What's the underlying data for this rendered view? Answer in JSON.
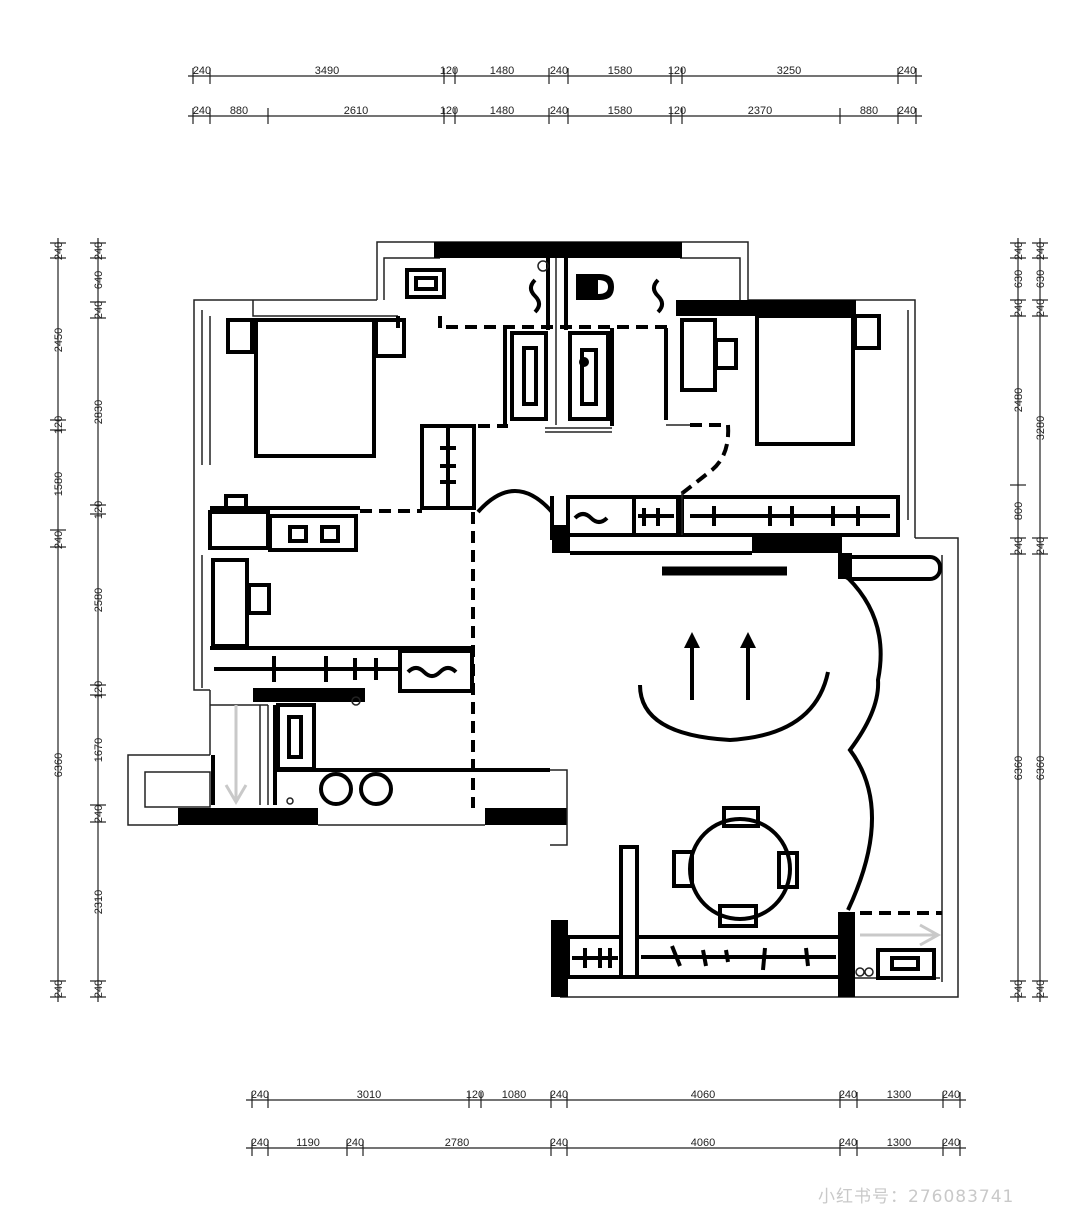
{
  "dimensions": {
    "top_row1": [
      "240",
      "3490",
      "120",
      "1480",
      "240",
      "1580",
      "120",
      "3250",
      "240"
    ],
    "top_row2": [
      "240",
      "880",
      "2610",
      "120",
      "1480",
      "240",
      "1580",
      "120",
      "2370",
      "880",
      "240"
    ],
    "bottom_row1": [
      "240",
      "3010",
      "120",
      "1080",
      "240",
      "4060",
      "240",
      "1300",
      "240"
    ],
    "bottom_row2": [
      "240",
      "1190",
      "240",
      "2780",
      "240",
      "4060",
      "240",
      "1300",
      "240"
    ],
    "left_outer": [
      "240",
      "2450",
      "120",
      "1580",
      "240",
      "6360",
      "240"
    ],
    "left_inner": [
      "240",
      "640",
      "240",
      "2830",
      "120",
      "2580",
      "120",
      "1670",
      "240",
      "2310",
      "240"
    ],
    "right_inner": [
      "240",
      "630",
      "240",
      "2480",
      "800",
      "240",
      "6360",
      "240"
    ],
    "right_outer": [
      "240",
      "630",
      "240",
      "3280",
      "240",
      "6360",
      "240"
    ]
  },
  "watermark": "小红书号：276083741"
}
